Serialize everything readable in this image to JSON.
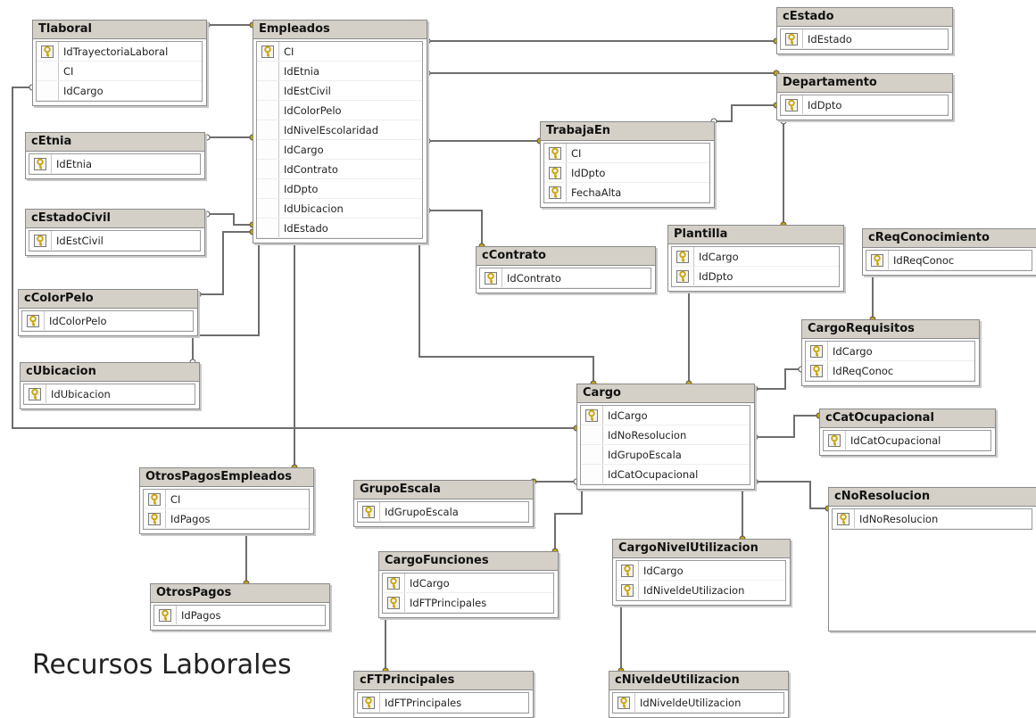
{
  "diagram_title": "Recursos Laborales",
  "tables": [
    {
      "id": "tlaboral",
      "name": "Tlaboral",
      "columns": [
        {
          "name": "IdTrayectoriaLaboral",
          "pk": true
        },
        {
          "name": "CI",
          "pk": false
        },
        {
          "name": "IdCargo",
          "pk": false
        }
      ]
    },
    {
      "id": "empleados",
      "name": "Empleados",
      "columns": [
        {
          "name": "CI",
          "pk": true
        },
        {
          "name": "IdEtnia",
          "pk": false
        },
        {
          "name": "IdEstCivil",
          "pk": false
        },
        {
          "name": "IdColorPelo",
          "pk": false
        },
        {
          "name": "IdNivelEscolaridad",
          "pk": false
        },
        {
          "name": "IdCargo",
          "pk": false
        },
        {
          "name": "IdContrato",
          "pk": false
        },
        {
          "name": "IdDpto",
          "pk": false
        },
        {
          "name": "IdUbicacion",
          "pk": false
        },
        {
          "name": "IdEstado",
          "pk": false
        }
      ]
    },
    {
      "id": "cestado",
      "name": "cEstado",
      "columns": [
        {
          "name": "IdEstado",
          "pk": true
        }
      ]
    },
    {
      "id": "departamento",
      "name": "Departamento",
      "columns": [
        {
          "name": "IdDpto",
          "pk": true
        }
      ]
    },
    {
      "id": "cetnia",
      "name": "cEtnia",
      "columns": [
        {
          "name": "IdEtnia",
          "pk": true
        }
      ]
    },
    {
      "id": "trabajaen",
      "name": "TrabajaEn",
      "columns": [
        {
          "name": "CI",
          "pk": true
        },
        {
          "name": "IdDpto",
          "pk": true
        },
        {
          "name": "FechaAlta",
          "pk": true
        }
      ]
    },
    {
      "id": "cestadocivil",
      "name": "cEstadoCivil",
      "columns": [
        {
          "name": "IdEstCivil",
          "pk": true
        }
      ]
    },
    {
      "id": "ccontrato",
      "name": "cContrato",
      "columns": [
        {
          "name": "IdContrato",
          "pk": true
        }
      ]
    },
    {
      "id": "plantilla",
      "name": "Plantilla",
      "columns": [
        {
          "name": "IdCargo",
          "pk": true
        },
        {
          "name": "IdDpto",
          "pk": true
        }
      ]
    },
    {
      "id": "creqconocimiento",
      "name": "cReqConocimiento",
      "columns": [
        {
          "name": "IdReqConoc",
          "pk": true
        }
      ]
    },
    {
      "id": "ccolorpelo",
      "name": "cColorPelo",
      "columns": [
        {
          "name": "IdColorPelo",
          "pk": true
        }
      ]
    },
    {
      "id": "cargorequisitos",
      "name": "CargoRequisitos",
      "columns": [
        {
          "name": "IdCargo",
          "pk": true
        },
        {
          "name": "IdReqConoc",
          "pk": true
        }
      ]
    },
    {
      "id": "cubicacion",
      "name": "cUbicacion",
      "columns": [
        {
          "name": "IdUbicacion",
          "pk": true
        }
      ]
    },
    {
      "id": "cargo",
      "name": "Cargo",
      "columns": [
        {
          "name": "IdCargo",
          "pk": true
        },
        {
          "name": "IdNoResolucion",
          "pk": false
        },
        {
          "name": "IdGrupoEscala",
          "pk": false
        },
        {
          "name": "IdCatOcupacional",
          "pk": false
        }
      ]
    },
    {
      "id": "ccatocupacional",
      "name": "cCatOcupacional",
      "columns": [
        {
          "name": "IdCatOcupacional",
          "pk": true
        }
      ]
    },
    {
      "id": "otrospagosempleados",
      "name": "OtrosPagosEmpleados",
      "columns": [
        {
          "name": "CI",
          "pk": true
        },
        {
          "name": "IdPagos",
          "pk": true
        }
      ]
    },
    {
      "id": "grupoescala",
      "name": "GrupoEscala",
      "columns": [
        {
          "name": "IdGrupoEscala",
          "pk": true
        }
      ]
    },
    {
      "id": "cnoresolucion",
      "name": "cNoResolucion",
      "columns": [
        {
          "name": "IdNoResolucion",
          "pk": true
        }
      ]
    },
    {
      "id": "cargonivelutilizacion",
      "name": "CargoNivelUtilizacion",
      "columns": [
        {
          "name": "IdCargo",
          "pk": true
        },
        {
          "name": "IdNiveldeUtilizacion",
          "pk": true
        }
      ]
    },
    {
      "id": "cargofunciones",
      "name": "CargoFunciones",
      "columns": [
        {
          "name": "IdCargo",
          "pk": true
        },
        {
          "name": "IdFTPrincipales",
          "pk": true
        }
      ]
    },
    {
      "id": "otrospagos",
      "name": "OtrosPagos",
      "columns": [
        {
          "name": "IdPagos",
          "pk": true
        }
      ]
    },
    {
      "id": "cftprincipales",
      "name": "cFTPrincipales",
      "columns": [
        {
          "name": "IdFTPrincipales",
          "pk": true
        }
      ]
    },
    {
      "id": "cniveldeutilizacion",
      "name": "cNiveldeUtilizacion",
      "columns": [
        {
          "name": "IdNiveldeUtilizacion",
          "pk": true
        }
      ]
    }
  ],
  "colors": {
    "header": "#d4d0c8",
    "border": "#8a8a8a",
    "key_gold": "#c9a400",
    "link": "#6e6e6e"
  }
}
